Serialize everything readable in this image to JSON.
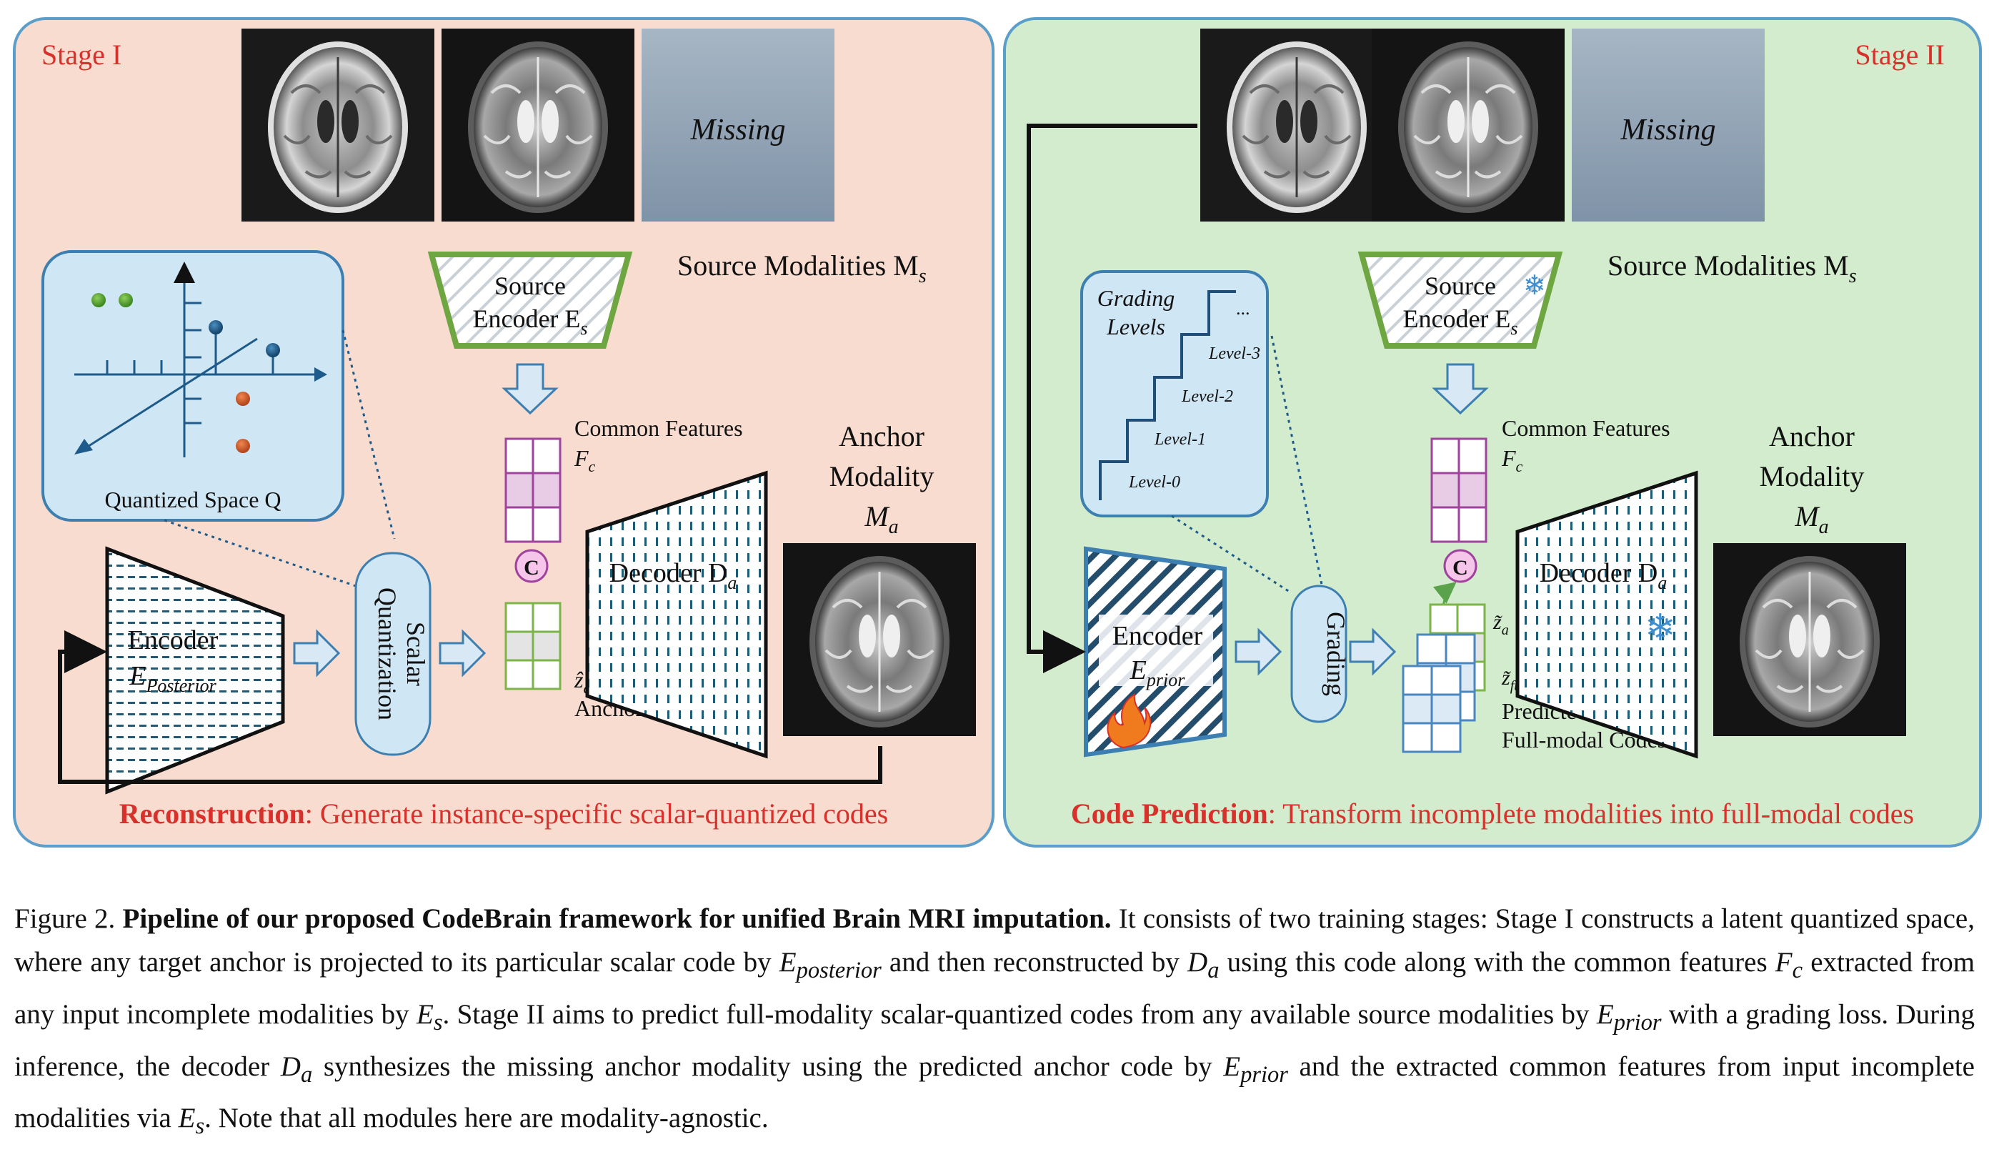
{
  "stage1": {
    "label": "Stage I",
    "missing": "Missing",
    "source_modalities": "Source Modalities M",
    "source_modalities_sub": "s",
    "source_encoder_l1": "Source",
    "source_encoder_l2": "Encoder E",
    "source_encoder_sub": "s",
    "quantized_space": "Quantized Space Q",
    "common_features": "Common Features",
    "fc": "F",
    "fc_sub": "c",
    "concat": "C",
    "decoder": "Decoder D",
    "decoder_sub": "a",
    "anchor_l1": "Anchor",
    "anchor_l2": "Modality",
    "anchor_l3": "M",
    "anchor_sub": "a",
    "encoder_l1": "Encoder",
    "encoder_l2": "E",
    "encoder_sub": "Posterior",
    "scalar_l1": "Scalar",
    "scalar_l2": "Quantization",
    "za_hat": "ẑ",
    "za_hat_sub": "a",
    "anchor_code": "Anchor Code",
    "footer_bold": "Reconstruction",
    "footer_rest": ": Generate instance-specific scalar-quantized codes"
  },
  "stage2": {
    "label": "Stage II",
    "missing": "Missing",
    "source_modalities": "Source Modalities M",
    "source_modalities_sub": "s",
    "source_encoder_l1": "Source",
    "source_encoder_l2": "Encoder E",
    "source_encoder_sub": "s",
    "grading_l1": "Grading",
    "grading_l2": "Levels",
    "levels": [
      "Level-0",
      "Level-1",
      "Level-2",
      "Level-3",
      "..."
    ],
    "common_features": "Common Features",
    "fc": "F",
    "fc_sub": "c",
    "concat": "C",
    "decoder": "Decoder D",
    "decoder_sub": "a",
    "anchor_l1": "Anchor",
    "anchor_l2": "Modality",
    "anchor_l3": "M",
    "anchor_sub": "a",
    "encoder_l1": "Encoder",
    "encoder_l2": "E",
    "encoder_sub": "prior",
    "grading": "Grading",
    "za_tilde": "z̃",
    "za_tilde_sub": "a",
    "zfull_tilde": "z̃",
    "zfull_sub": "full",
    "predicted_l1": "Predicted",
    "predicted_l2": "Full-modal Codes",
    "footer_bold": "Code Prediction",
    "footer_rest": ": Transform incomplete modalities into full-modal codes"
  },
  "colors": {
    "stage1_bg": "#f7dccf",
    "stage2_bg": "#d2eccd",
    "panel_border": "#5a9ec9",
    "accent_red": "#d8302a",
    "encoder_green": "#6ea642",
    "feature_purple": "#a0439c",
    "code_green": "#7cb44a",
    "arrow_fill": "#d8e8f4"
  },
  "caption": {
    "fig_label": "Figure 2.",
    "title": "Pipeline of our proposed CodeBrain framework for unified Brain MRI imputation.",
    "s1": "It consists of two training stages: Stage I constructs a latent quantized space, where any target anchor is projected to its particular scalar code by",
    "m1": "E",
    "m1_sub": "posterior",
    "s2": "and then reconstructed by",
    "m2": "D",
    "m2_sub": "a",
    "s3": "using this code along with the common features",
    "m3": "F",
    "m3_sub": "c",
    "s4": "extracted from any input incomplete modalities by",
    "m4": "E",
    "m4_sub": "s",
    "s5": ". Stage II aims to predict full-modality scalar-quantized codes from any available source modalities by",
    "m5": "E",
    "m5_sub": "prior",
    "s6": "with a grading loss. During inference, the decoder",
    "m6": "D",
    "m6_sub": "a",
    "s7": "synthesizes the missing anchor modality using the predicted anchor code by",
    "m7": "E",
    "m7_sub": "prior",
    "s8": "and the extracted common features from input incomplete modalities via",
    "m8": "E",
    "m8_sub": "s",
    "s9": ". Note that all modules here are modality-agnostic."
  }
}
